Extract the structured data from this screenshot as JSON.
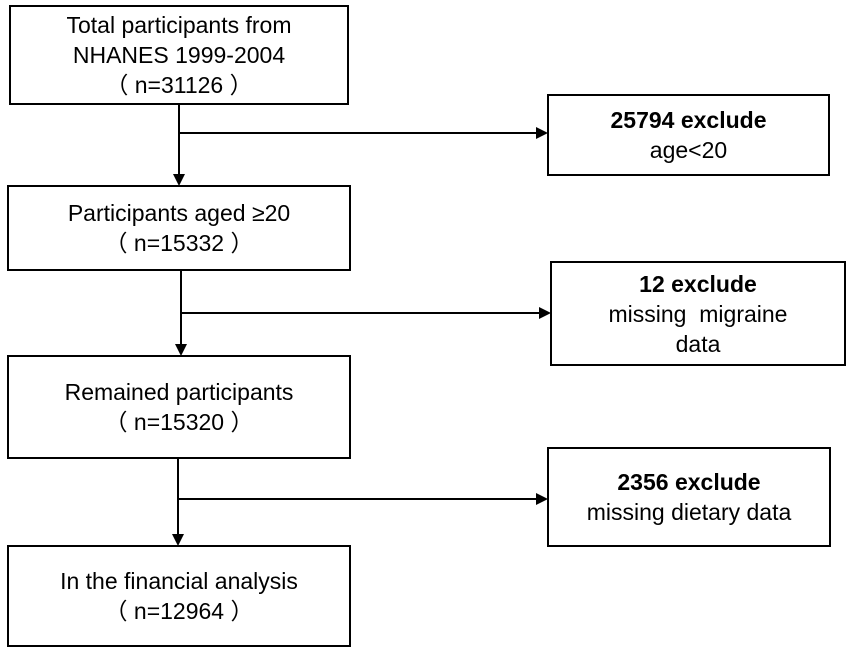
{
  "main_flow": [
    {
      "line1": "Total participants from",
      "line2": "NHANES 1999-2004",
      "line3": "（ n=31126 ）"
    },
    {
      "line1": "Participants aged ≥20",
      "line2": "（ n=15332 ）"
    },
    {
      "line1": "Remained participants",
      "line2": "（ n=15320 ）"
    },
    {
      "line1": "In the financial analysis",
      "line2": "（ n=12964 ）"
    }
  ],
  "exclusions": [
    {
      "count_label": "25794 exclude",
      "reason_line1": "age<20"
    },
    {
      "count_label": "12 exclude",
      "reason_line1": "missing  migraine",
      "reason_line2": "data"
    },
    {
      "count_label": "2356 exclude",
      "reason_line1": "missing dietary data"
    }
  ]
}
